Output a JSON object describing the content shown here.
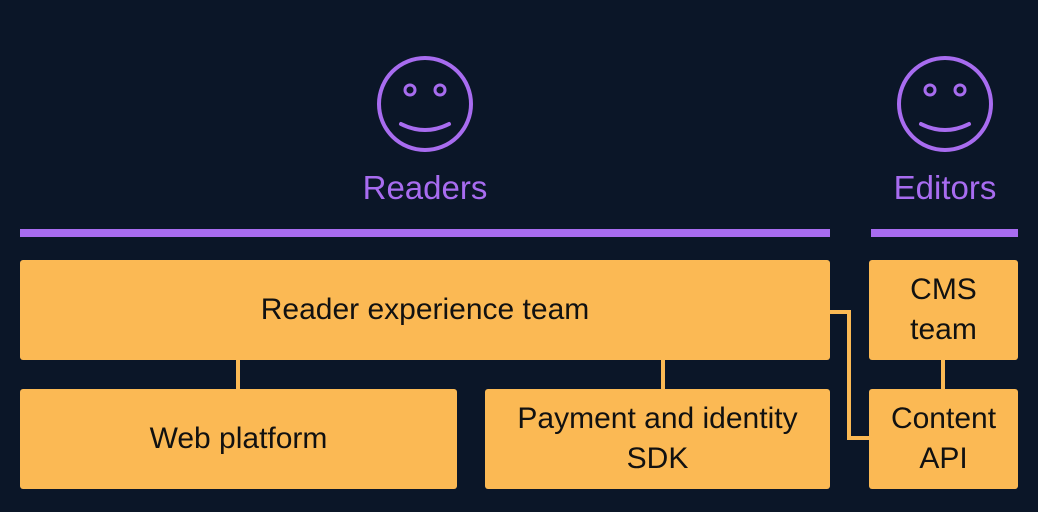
{
  "personas": {
    "readers": {
      "label": "Readers",
      "icon": "smiley-face-icon"
    },
    "editors": {
      "label": "Editors",
      "icon": "smiley-face-icon"
    }
  },
  "teams": {
    "reader_experience": "Reader experience team",
    "web_platform": "Web platform",
    "payment_identity": [
      "Payment and identity",
      "SDK"
    ],
    "cms": [
      "CMS",
      "team"
    ],
    "content_api": [
      "Content",
      "API"
    ]
  },
  "colors": {
    "background": "#0b1628",
    "accent": "#a86cf0",
    "box": "#fbb954",
    "text": "#111111"
  }
}
